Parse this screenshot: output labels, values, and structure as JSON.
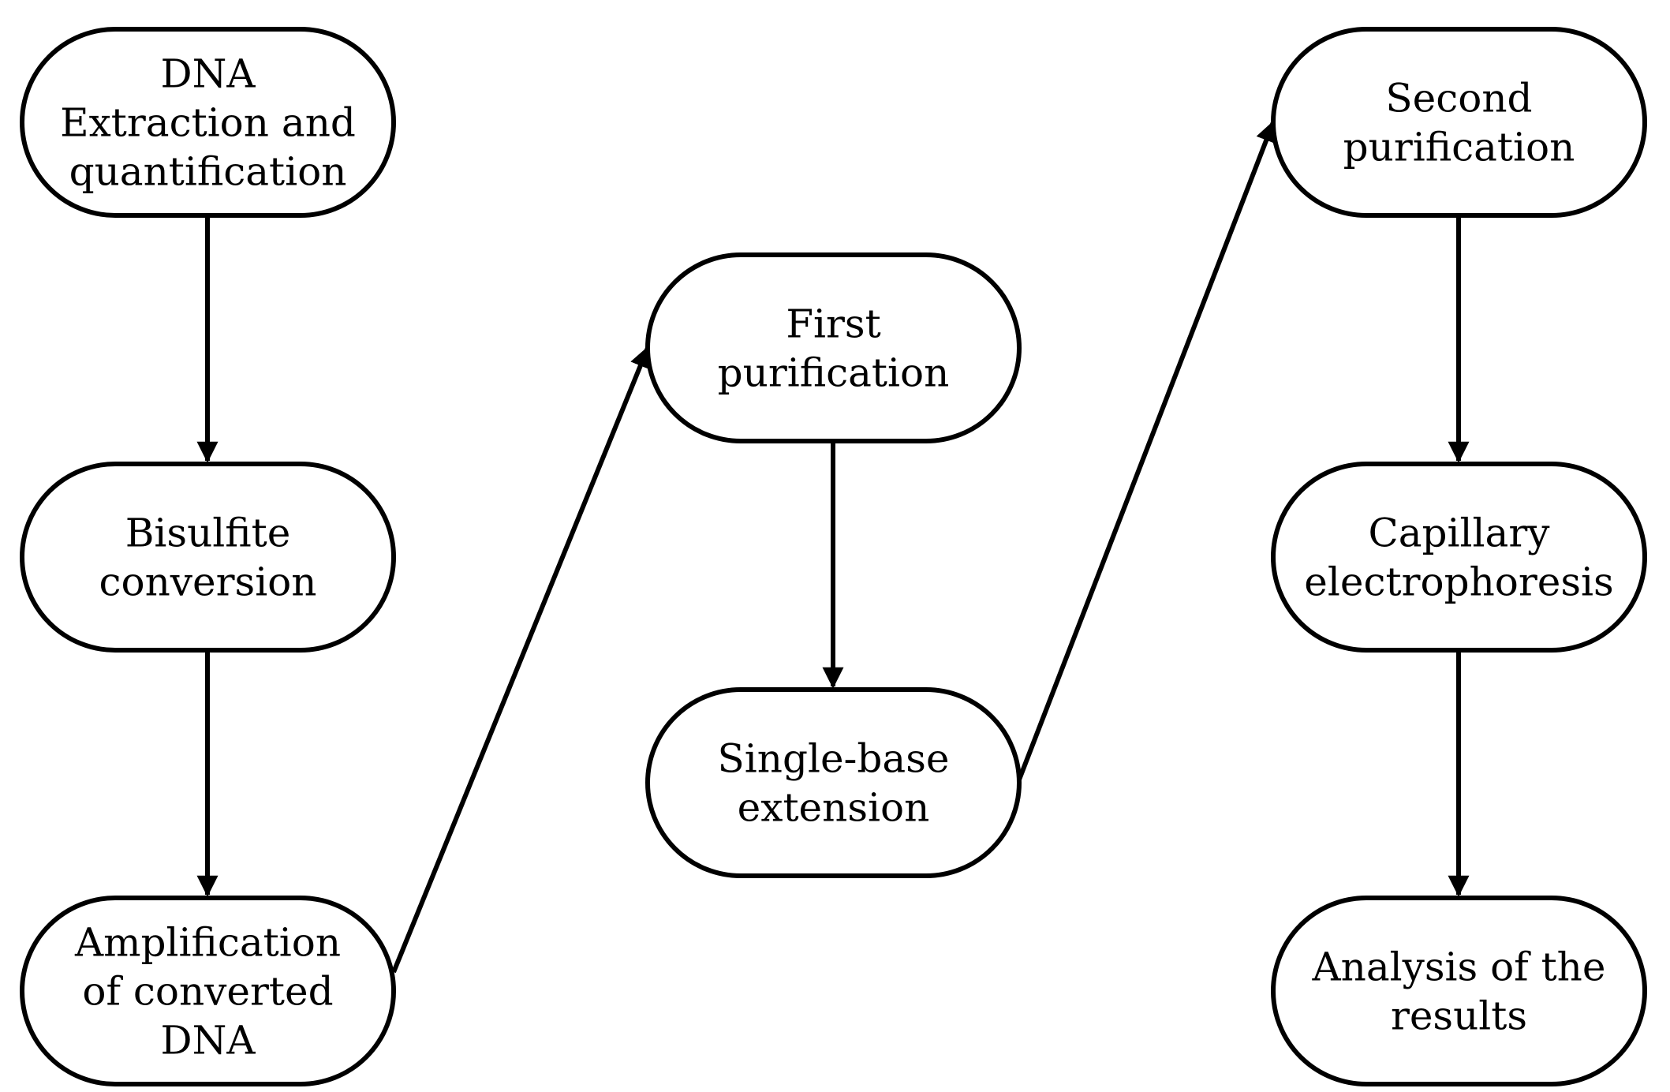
{
  "diagram": {
    "nodes": [
      {
        "id": "dna-extraction",
        "lines": [
          "DNA",
          "Extraction and",
          "quantification"
        ]
      },
      {
        "id": "bisulfite-conversion",
        "lines": [
          "Bisulfite",
          "conversion"
        ]
      },
      {
        "id": "amplification",
        "lines": [
          "Amplification",
          "of converted",
          "DNA"
        ]
      },
      {
        "id": "first-purification",
        "lines": [
          "First",
          "purification"
        ]
      },
      {
        "id": "single-base-extension",
        "lines": [
          "Single-base",
          "extension"
        ]
      },
      {
        "id": "second-purification",
        "lines": [
          "Second",
          "purification"
        ]
      },
      {
        "id": "capillary-electrophoresis",
        "lines": [
          "Capillary",
          "electrophoresis"
        ]
      },
      {
        "id": "analysis-results",
        "lines": [
          "Analysis of the",
          "results"
        ]
      }
    ],
    "edges": [
      {
        "from": "dna-extraction",
        "to": "bisulfite-conversion"
      },
      {
        "from": "bisulfite-conversion",
        "to": "amplification"
      },
      {
        "from": "amplification",
        "to": "first-purification"
      },
      {
        "from": "first-purification",
        "to": "single-base-extension"
      },
      {
        "from": "single-base-extension",
        "to": "second-purification"
      },
      {
        "from": "second-purification",
        "to": "capillary-electrophoresis"
      },
      {
        "from": "capillary-electrophoresis",
        "to": "analysis-results"
      }
    ]
  }
}
